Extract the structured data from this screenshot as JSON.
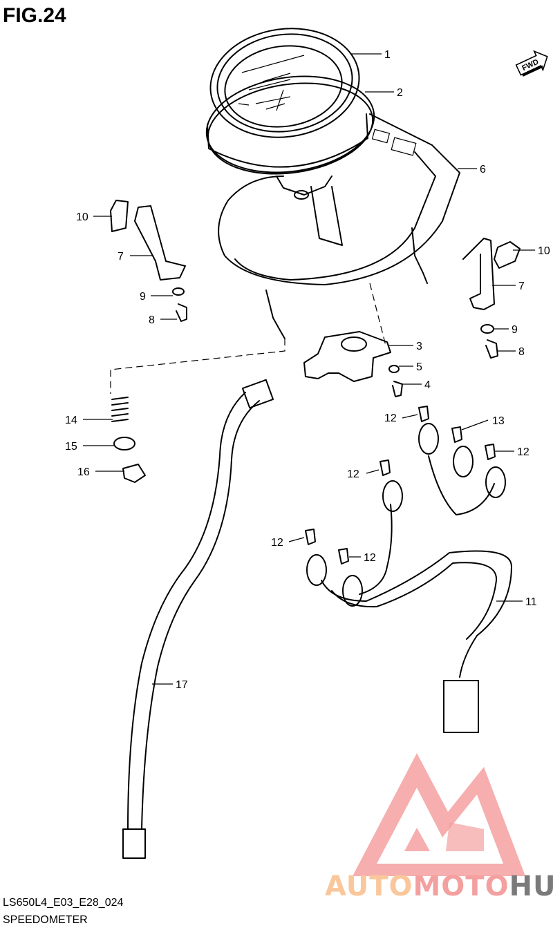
{
  "header": {
    "figure_title": "FIG.24"
  },
  "orientation": {
    "fwd_label": "FWD"
  },
  "callouts": [
    {
      "id": "c1",
      "label": "1"
    },
    {
      "id": "c2",
      "label": "2"
    },
    {
      "id": "c6",
      "label": "6"
    },
    {
      "id": "c10l",
      "label": "10"
    },
    {
      "id": "c7l",
      "label": "7"
    },
    {
      "id": "c9l",
      "label": "9"
    },
    {
      "id": "c8l",
      "label": "8"
    },
    {
      "id": "c10r",
      "label": "10"
    },
    {
      "id": "c7r",
      "label": "7"
    },
    {
      "id": "c9r",
      "label": "9"
    },
    {
      "id": "c8r",
      "label": "8"
    },
    {
      "id": "c3",
      "label": "3"
    },
    {
      "id": "c5",
      "label": "5"
    },
    {
      "id": "c4",
      "label": "4"
    },
    {
      "id": "c14",
      "label": "14"
    },
    {
      "id": "c15",
      "label": "15"
    },
    {
      "id": "c16",
      "label": "16"
    },
    {
      "id": "c12a",
      "label": "12"
    },
    {
      "id": "c13",
      "label": "13"
    },
    {
      "id": "c12b",
      "label": "12"
    },
    {
      "id": "c12c",
      "label": "12"
    },
    {
      "id": "c12d",
      "label": "12"
    },
    {
      "id": "c12e",
      "label": "12"
    },
    {
      "id": "c11",
      "label": "11"
    },
    {
      "id": "c17",
      "label": "17"
    }
  ],
  "footer": {
    "model_code": "LS650L4_E03_E28_024",
    "section_name": "SPEEDOMETER"
  },
  "watermark": {
    "text_part1": "AUTO",
    "text_part2": "MOTO",
    "text_part3": "HUB",
    "colors": {
      "primary": "#f4a0a0",
      "accent": "#f9c79b",
      "dark": "#7a7a7a"
    }
  }
}
